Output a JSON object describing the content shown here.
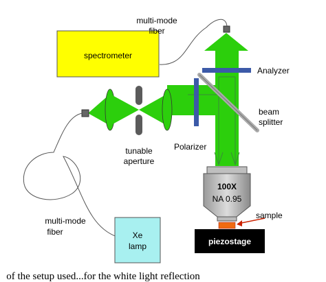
{
  "labels": {
    "fiber_top": [
      "multi-mode",
      "fiber"
    ],
    "spectrometer": "spectrometer",
    "analyzer": "Analyzer",
    "beam_splitter": [
      "beam",
      "splitter"
    ],
    "polarizer": "Polarizer",
    "tunable_aperture": [
      "tunable",
      "aperture"
    ],
    "objective": [
      "100X",
      "NA 0.95"
    ],
    "sample": "sample",
    "piezostage": "piezostage",
    "fiber_bottom": [
      "multi-mode",
      "fiber"
    ],
    "lamp": [
      "Xe",
      "lamp"
    ]
  },
  "caption": "of the setup used...for the white light reflection"
}
